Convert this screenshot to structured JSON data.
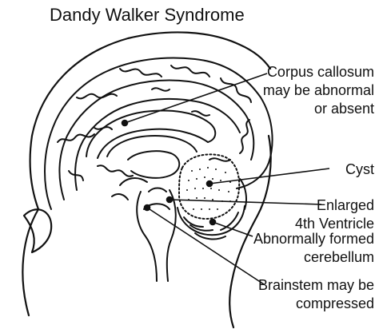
{
  "title": "Dandy Walker Syndrome",
  "labels": {
    "corpus_callosum": [
      "Corpus callosum",
      "may be abnormal",
      "or absent"
    ],
    "cyst": [
      "Cyst"
    ],
    "ventricle": [
      "Enlarged",
      "4th Ventricle"
    ],
    "cerebellum": [
      "Abnormally formed",
      "cerebellum"
    ],
    "brainstem": [
      "Brainstem may be",
      "compressed"
    ]
  },
  "colors": {
    "line": "#111111",
    "background": "#ffffff"
  }
}
